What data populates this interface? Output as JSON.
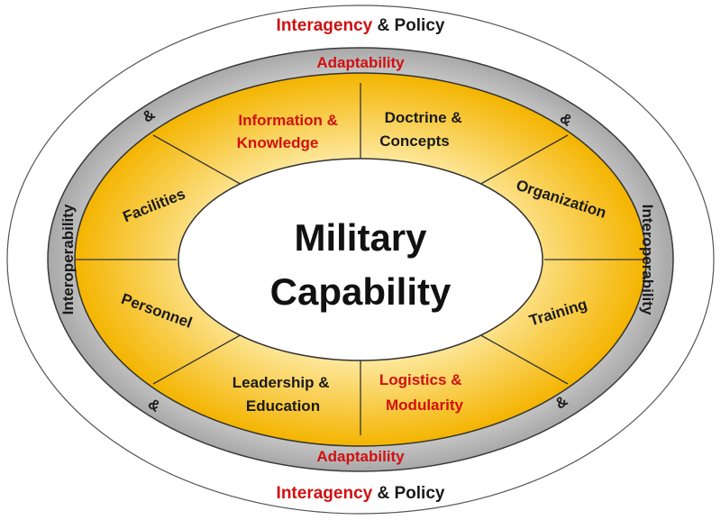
{
  "title_lines": [
    "Military",
    "Capability"
  ],
  "outer_top": {
    "part1": "Interagency",
    "part2": " & Policy"
  },
  "outer_bottom": {
    "part1": "Interagency",
    "part2": " & Policy"
  },
  "ring": {
    "top": "Adaptability",
    "bottom": "Adaptability",
    "left": "Interoperability",
    "right": "Interoperability",
    "ampersand": "&"
  },
  "segments": {
    "info_knowledge": [
      "Information &",
      "Knowledge"
    ],
    "doctrine_concepts": [
      "Doctrine &",
      "Concepts"
    ],
    "organization": "Organization",
    "training": "Training",
    "logistics_modularity": [
      "Logistics &",
      "Modularity"
    ],
    "leadership_education": [
      "Leadership &",
      "Education"
    ],
    "personnel": "Personnel",
    "facilities": "Facilities"
  },
  "colors": {
    "accent_red": "#d01010",
    "segment_fill": "#f5b800",
    "ring_fill": "#c0c0c0",
    "text_dark": "#1a1a1a"
  }
}
